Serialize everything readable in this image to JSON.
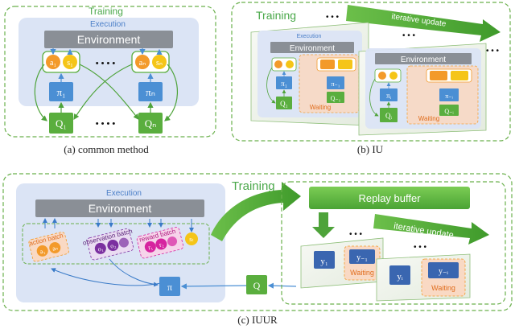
{
  "colors": {
    "green_text": "#4aa84a",
    "green_box": "#5aae3e",
    "blue_box": "#4b8fd4",
    "env_grey": "#8a8f96",
    "exec_bg": "#dbe4f5",
    "orange": "#f39a2a",
    "yellow": "#f5c518",
    "purple": "#7b2fa0",
    "magenta": "#d6249f",
    "waiting_bg": "#f9d9c4",
    "dash_green": "#6ab04c",
    "arrow_green": "#4ea33a"
  },
  "panel_a": {
    "training": "Training",
    "execution": "Execution",
    "environment": "Environment",
    "a1": "a₁",
    "s1": "s₁",
    "an": "aₙ",
    "sn": "sₙ",
    "pi1": "π₁",
    "pin": "πₙ",
    "q1": "Q₁",
    "qn": "Qₙ",
    "dots": "• • • •",
    "caption": "(a)  common method"
  },
  "panel_b": {
    "training": "Training",
    "iterative": "iterative update",
    "execution": "Execution",
    "environment": "Environment",
    "front_environment": "Environment",
    "pi1": "π₁",
    "pi_1": "π₋₁",
    "q1": "Q₁",
    "q_1": "Q₋₁",
    "pii": "πᵢ",
    "pi_i": "π₋ᵢ",
    "qi": "Qᵢ",
    "q_i": "Q₋ᵢ",
    "waiting": "Waiting",
    "waiting2": "Waiting",
    "dots": "• • •",
    "caption": "(b) IU"
  },
  "panel_c": {
    "training": "Training",
    "execution": "Execution",
    "environment": "Environment",
    "action_batch": "action batch",
    "observation_batch": "observation batch",
    "reward_batch": "reward batch",
    "a1": "a₁",
    "an": "aₙ",
    "o1": "o₁",
    "o2": "o₂",
    "r1": "r₁",
    "r2": "r₂",
    "st": "sₜ",
    "pi": "π",
    "q": "Q",
    "replay": "Replay buffer",
    "iterative": "iterative update",
    "y1": "y₁",
    "y_1": "y₋₁",
    "yi": "yᵢ",
    "y_i": "y₋ᵢ",
    "waiting": "Waiting",
    "waiting2": "Waiting",
    "dots": "• • •",
    "caption": "(c) IUUR"
  }
}
